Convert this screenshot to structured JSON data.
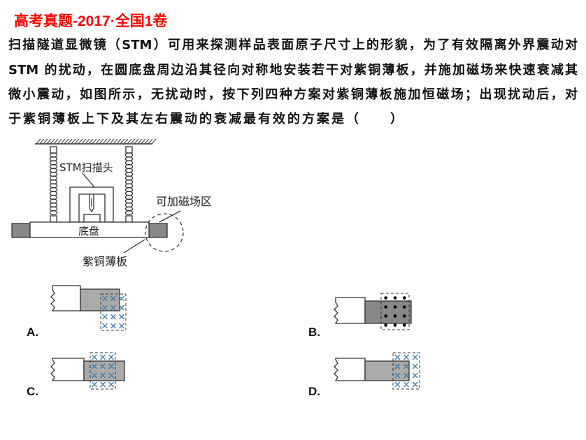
{
  "title": "高考真题-2017·全国1卷",
  "question": {
    "lines": [
      "扫描隧道显微镜（STM）可用来探测样品表面原子尺寸上的形貌，为了有效隔离外界震动对",
      "STM 的扰动，在圆底盘周边沿其径向对称地安装若干对紫铜薄板，并施加磁场来快速衰减其",
      "微小震动，如图所示，无扰动时，按下列四种方案对紫铜薄板施加恒磁场；出现扰动后，对",
      "于紫铜薄板上下及其左右震动的衰减最有效的方案是（　　）"
    ]
  },
  "figure": {
    "stm_head_label": "STM扫描头",
    "base_label": "底盘",
    "field_region_label": "可加磁场区",
    "copper_plate_label": "紫铜薄板"
  },
  "options": [
    {
      "label": "A.",
      "field": "into-page"
    },
    {
      "label": "B.",
      "field": "out-of-page"
    },
    {
      "label": "C.",
      "field": "into-page"
    },
    {
      "label": "D.",
      "field": "into-page"
    }
  ]
}
